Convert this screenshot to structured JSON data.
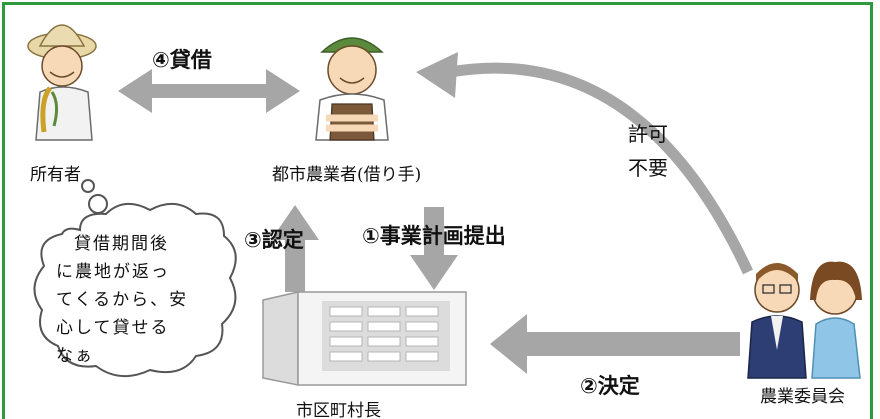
{
  "nodes": {
    "owner": "所有者",
    "farmer": "都市農業者(借り手)",
    "mayor": "市区町村長",
    "committee": "農業委員会"
  },
  "arrows": {
    "lease": "④貸借",
    "plan": "①事業計画提出",
    "approve": "③認定",
    "decide": "②決定",
    "no_permit_1": "許可",
    "no_permit_2": "不要"
  },
  "bubble": {
    "lines": [
      "貸借期間後",
      "に農地が返っ",
      "てくるから、安",
      "心して貸せる",
      "なぁ"
    ]
  },
  "colors": {
    "frame": "#2e9a3e",
    "arrow": "#a6a6a6"
  }
}
